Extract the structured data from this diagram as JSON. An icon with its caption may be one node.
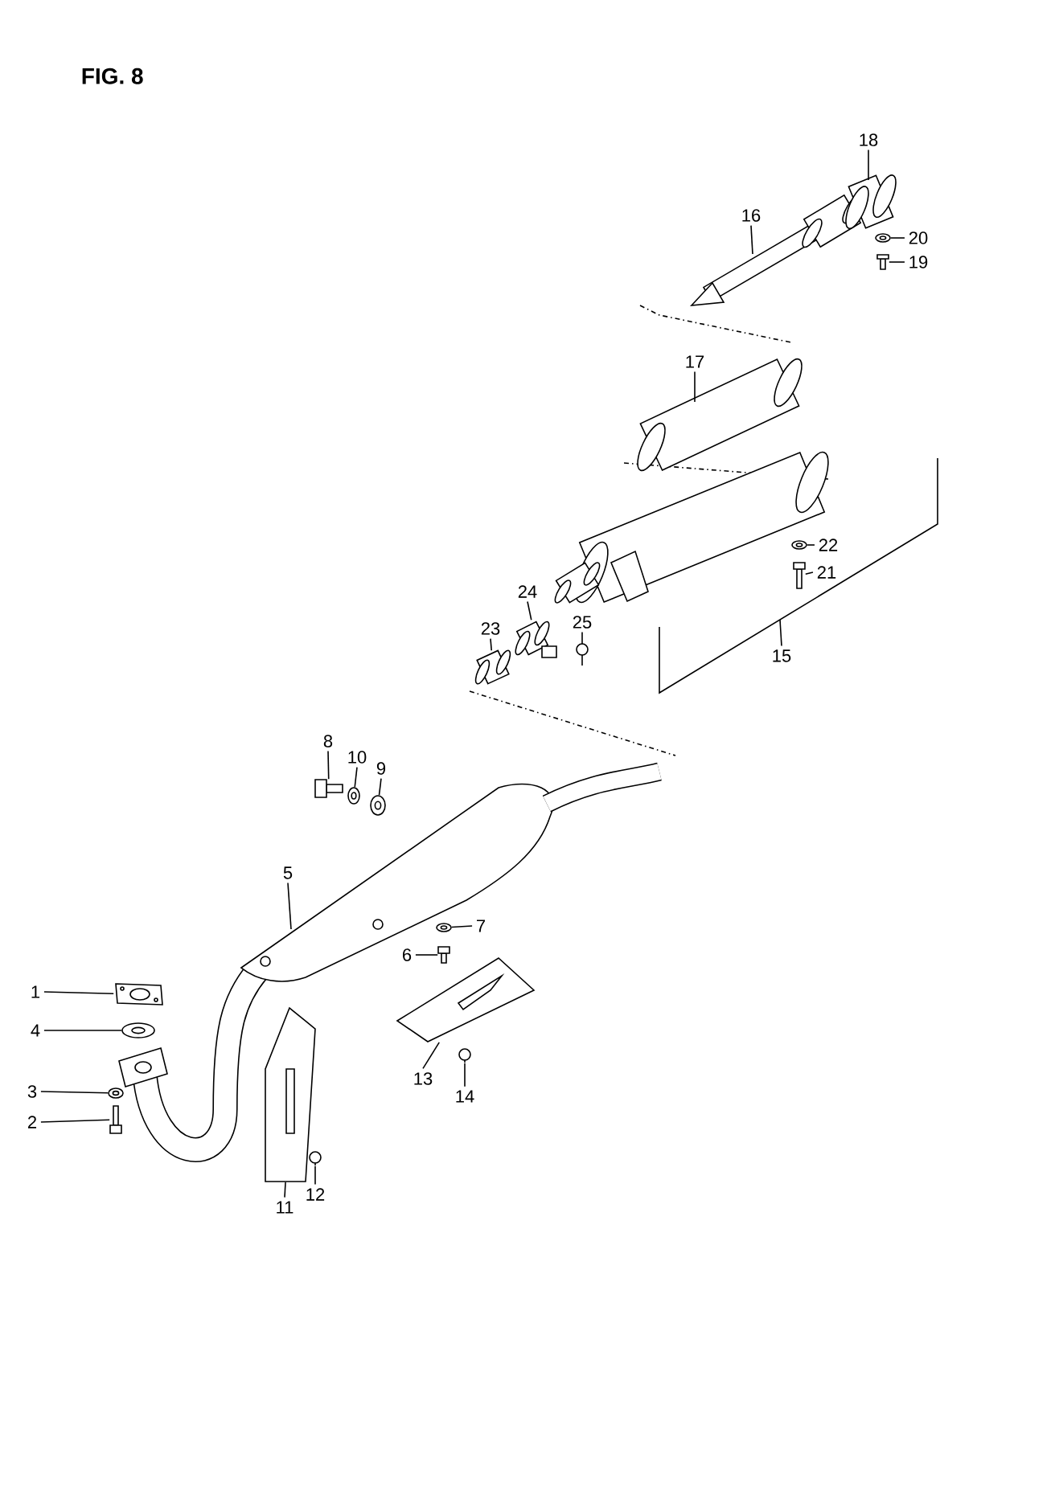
{
  "diagram": {
    "title": "FIG. 8",
    "nodes": [
      {
        "text": [
          "1"
        ]
      },
      {
        "text": [
          "2"
        ]
      },
      {
        "text": [
          "3"
        ]
      },
      {
        "text": [
          "4"
        ]
      },
      {
        "text": [
          "5"
        ]
      },
      {
        "text": [
          "6"
        ]
      },
      {
        "text": [
          "7"
        ]
      },
      {
        "text": [
          "8"
        ]
      },
      {
        "text": [
          "9"
        ]
      },
      {
        "text": [
          "10"
        ]
      },
      {
        "text": [
          "11"
        ]
      },
      {
        "text": [
          "12"
        ]
      },
      {
        "text": [
          "13"
        ]
      },
      {
        "text": [
          "14"
        ]
      },
      {
        "text": [
          "15"
        ]
      },
      {
        "text": [
          "16"
        ]
      },
      {
        "text": [
          "17"
        ]
      },
      {
        "text": [
          "18"
        ]
      },
      {
        "text": [
          "19"
        ]
      },
      {
        "text": [
          "20"
        ]
      },
      {
        "text": [
          "21"
        ]
      },
      {
        "text": [
          "22"
        ]
      },
      {
        "text": [
          "23"
        ]
      },
      {
        "text": [
          "24"
        ]
      },
      {
        "text": [
          "25"
        ]
      },
      {
        "text": [],
        "shape": "picture"
      },
      {
        "text": [],
        "shape": "picture"
      },
      {
        "text": [],
        "shape": "picture"
      },
      {
        "text": [],
        "shape": "picture"
      },
      {
        "text": [],
        "shape": "picture"
      },
      {
        "text": [],
        "shape": "picture"
      },
      {
        "text": [],
        "shape": "picture"
      },
      {
        "text": [],
        "shape": "picture"
      },
      {
        "text": [],
        "shape": "picture"
      },
      {
        "text": [],
        "shape": "picture"
      },
      {
        "text": [],
        "shape": "picture"
      },
      {
        "text": [],
        "shape": "picture"
      },
      {
        "text": [],
        "shape": "picture"
      },
      {
        "text": [],
        "shape": "picture"
      },
      {
        "text": [],
        "shape": "picture"
      },
      {
        "text": [],
        "shape": "picture"
      },
      {
        "text": [],
        "shape": "picture"
      },
      {
        "text": [],
        "shape": "picture"
      },
      {
        "text": [],
        "shape": "picture"
      },
      {
        "text": [],
        "shape": "picture"
      }
    ],
    "edges": [
      {
        "from": 0,
        "to": 25,
        "arrow": "none"
      },
      {
        "from": 1,
        "to": 26,
        "arrow": "none"
      },
      {
        "from": 2,
        "to": 27,
        "arrow": "none"
      },
      {
        "from": 3,
        "to": 28,
        "arrow": "none"
      },
      {
        "from": 4,
        "to": null,
        "arrow": "none"
      },
      {
        "from": 5,
        "to": 29,
        "arrow": "none"
      },
      {
        "from": 6,
        "to": 30,
        "arrow": "none"
      },
      {
        "from": 7,
        "to": 31,
        "arrow": "none"
      },
      {
        "from": 8,
        "to": 32,
        "arrow": "none"
      },
      {
        "from": 9,
        "to": 33,
        "arrow": "none"
      },
      {
        "from": 10,
        "to": 43,
        "arrow": "none"
      },
      {
        "from": 11,
        "to": 34,
        "arrow": "none"
      },
      {
        "from": 12,
        "to": 44,
        "arrow": "none"
      },
      {
        "from": 13,
        "to": 35,
        "arrow": "none"
      },
      {
        "from": 14,
        "to": null,
        "arrow": "none"
      },
      {
        "from": 15,
        "to": null,
        "arrow": "none"
      },
      {
        "from": 16,
        "to": null,
        "arrow": "none"
      },
      {
        "from": 17,
        "to": null,
        "arrow": "none"
      },
      {
        "from": 18,
        "to": 36,
        "arrow": "none"
      },
      {
        "from": 19,
        "to": 37,
        "arrow": "none"
      },
      {
        "from": 20,
        "to": 38,
        "arrow": "none"
      },
      {
        "from": 21,
        "to": 39,
        "arrow": "none"
      },
      {
        "from": 22,
        "to": 40,
        "arrow": "none"
      },
      {
        "from": 23,
        "to": 41,
        "arrow": "none"
      },
      {
        "from": 24,
        "to": 42,
        "arrow": "none"
      }
    ]
  }
}
